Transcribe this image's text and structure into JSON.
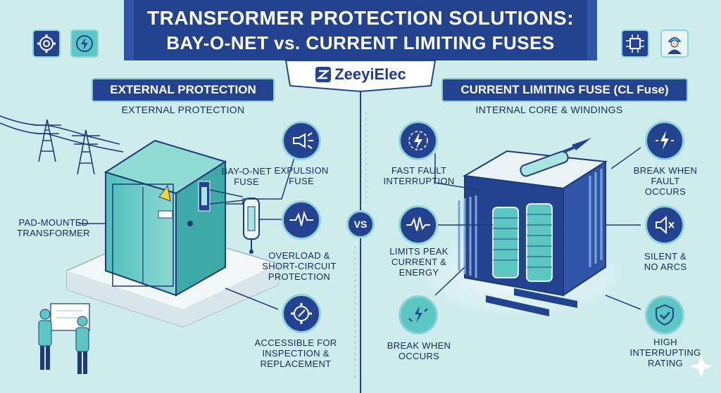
{
  "header": {
    "title_line1": "TRANSFORMER PROTECTION SOLUTIONS:",
    "title_line2": "BAY-O-NET vs. CURRENT LIMITING FUSES",
    "brand": "ZeeyiElec"
  },
  "left": {
    "section_title": "EXTERNAL PROTECTION",
    "subtitle": "EXTERNAL PROTECTION",
    "pad_label": "PAD-MOUNTED\nTRANSFORMER",
    "bayonet_label": "BAY-O-NET\nFUSE",
    "features": [
      {
        "label": "EXPULSION\nFUSE",
        "icon": "expulsion-icon"
      },
      {
        "label": "OVERLOAD &\nSHORT-CIRCUIT\nPROTECTION",
        "icon": "pulse-icon"
      },
      {
        "label": "ACCESSIBLE FOR\nINSPECTION &\nREPLACEMENT",
        "icon": "gear-wrench-icon"
      }
    ]
  },
  "right": {
    "section_title": "CURRENT LIMITING FUSE (CL Fuse)",
    "subtitle": "INTERNAL CORE & WINDINGS",
    "left_features": [
      {
        "label": "FAST FAULT\nINTERRUPTION",
        "icon": "lightning-icon"
      },
      {
        "label": "LIMITS PEAK\nCURRENT &\nENERGY",
        "icon": "waveform-icon"
      },
      {
        "label": "BREAK WHEN\nOCCURS",
        "icon": "break-icon"
      }
    ],
    "right_features": [
      {
        "label": "BREAK WHEN\nFAULT\nOCCURS",
        "icon": "fault-bolt-icon"
      },
      {
        "label": "SILENT &\nNO ARCS",
        "icon": "mute-icon"
      },
      {
        "label": "HIGH\nINTERRUPTING\nRATING",
        "icon": "shield-check-icon"
      }
    ]
  },
  "vs_label": "VS",
  "colors": {
    "navy": "#23428f",
    "teal": "#5cc6c2",
    "bg": "#cfecec"
  }
}
